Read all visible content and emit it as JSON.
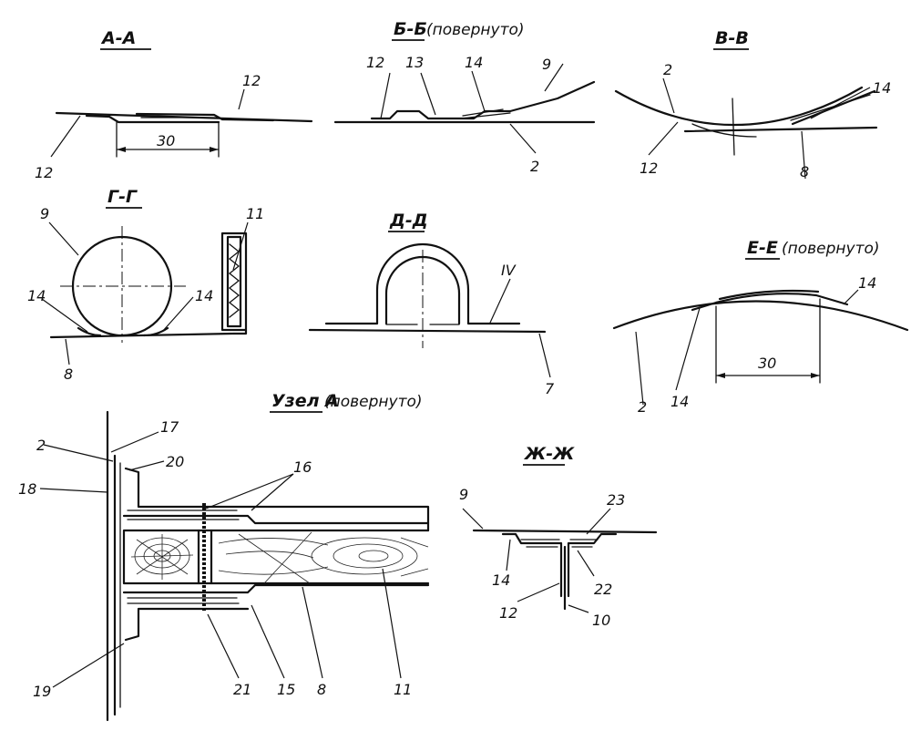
{
  "sections": {
    "aa": {
      "title": "А-А",
      "sub": "",
      "labels": [
        "12",
        "12"
      ],
      "dim": "30"
    },
    "bb": {
      "title": "Б-Б",
      "sub": "(повернуто)",
      "labels": [
        "12",
        "13",
        "14",
        "9",
        "2"
      ]
    },
    "vv": {
      "title": "В-В",
      "sub": "",
      "labels": [
        "2",
        "14",
        "12",
        "8"
      ]
    },
    "gg": {
      "title": "Г-Г",
      "sub": "",
      "labels": [
        "9",
        "11",
        "14",
        "14",
        "8"
      ]
    },
    "dd": {
      "title": "Д-Д",
      "sub": "",
      "labels": [
        "IV",
        "7"
      ]
    },
    "ee": {
      "title": "Е-Е",
      "sub": "(повернуто)",
      "labels": [
        "14",
        "2",
        "14"
      ],
      "dim": "30"
    },
    "uzel": {
      "title": "Узел А",
      "sub": "(повернуто)",
      "labels": [
        "2",
        "17",
        "20",
        "18",
        "16",
        "19",
        "21",
        "15",
        "8",
        "11"
      ]
    },
    "zhzh": {
      "title": "Ж-Ж",
      "sub": "",
      "labels": [
        "9",
        "23",
        "14",
        "22",
        "12",
        "10"
      ]
    }
  }
}
